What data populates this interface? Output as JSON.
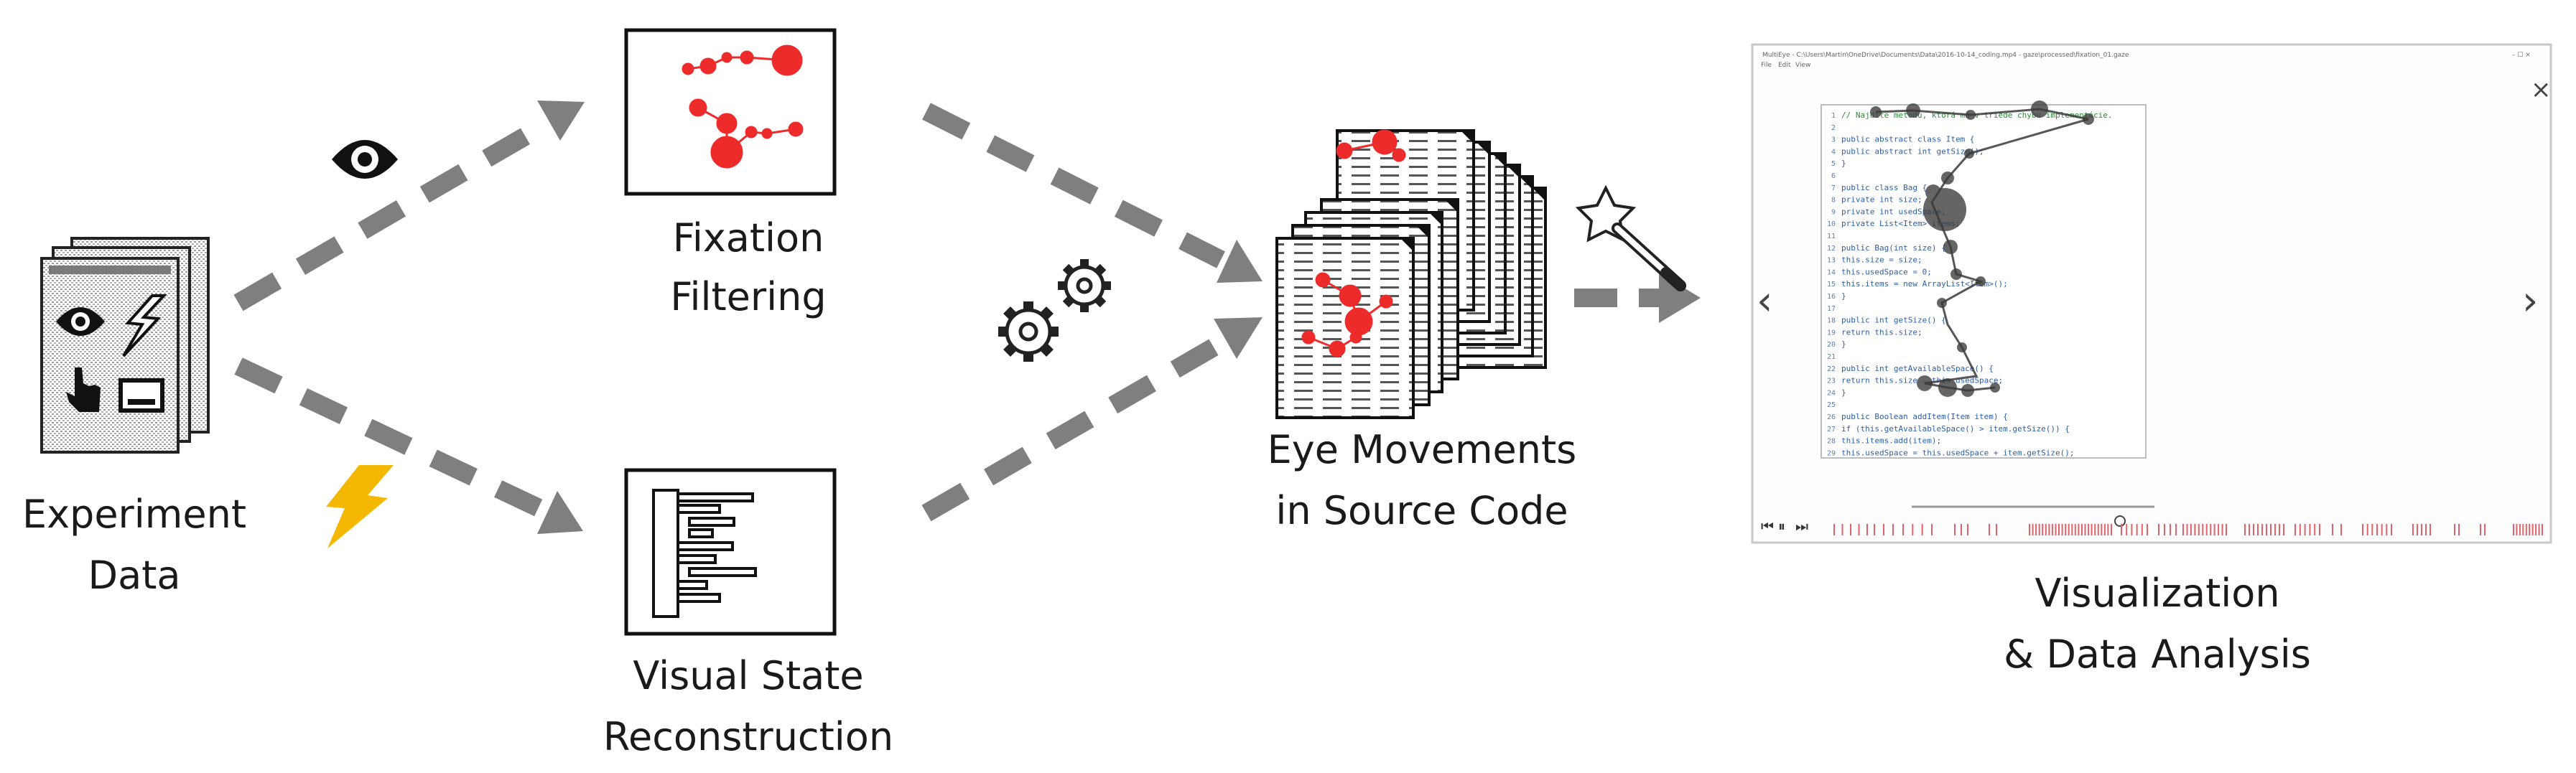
{
  "labels": {
    "experiment_data": [
      "Experiment",
      "Data"
    ],
    "fixation_filtering": [
      "Fixation",
      "Filtering"
    ],
    "visual_state_reconstruction": [
      "Visual State",
      "Reconstruction"
    ],
    "eye_movements": [
      "Eye Movements",
      "in Source Code"
    ],
    "visualization": [
      "Visualization",
      "& Data Analysis"
    ]
  },
  "viewer": {
    "title_bar": "MultiEye - C:\\Users\\Martin\\OneDrive\\Documents\\Data\\2016-10-14_coding.mp4 - gaze\\processed\\fixation_01.gaze",
    "menu": [
      "File",
      "Edit",
      "View"
    ],
    "code_lines": [
      {
        "n": "1",
        "t": "// Najdite metodu, ktorá má v triede chybu implementácie.",
        "green": true
      },
      {
        "n": "2",
        "t": ""
      },
      {
        "n": "3",
        "t": "public abstract class Item {"
      },
      {
        "n": "4",
        "t": "    public abstract int getSize();"
      },
      {
        "n": "5",
        "t": "}"
      },
      {
        "n": "6",
        "t": ""
      },
      {
        "n": "7",
        "t": "public class Bag {"
      },
      {
        "n": "8",
        "t": "    private int size;"
      },
      {
        "n": "9",
        "t": "    private int usedSpace;"
      },
      {
        "n": "10",
        "t": "    private List<Item> items;"
      },
      {
        "n": "11",
        "t": ""
      },
      {
        "n": "12",
        "t": "    public Bag(int size) {"
      },
      {
        "n": "13",
        "t": "        this.size = size;"
      },
      {
        "n": "14",
        "t": "        this.usedSpace = 0;"
      },
      {
        "n": "15",
        "t": "        this.items = new ArrayList<Item>();"
      },
      {
        "n": "16",
        "t": "    }"
      },
      {
        "n": "17",
        "t": ""
      },
      {
        "n": "18",
        "t": "    public int getSize() {"
      },
      {
        "n": "19",
        "t": "        return this.size;"
      },
      {
        "n": "20",
        "t": "    }"
      },
      {
        "n": "21",
        "t": ""
      },
      {
        "n": "22",
        "t": "    public int getAvailableSpace() {"
      },
      {
        "n": "23",
        "t": "        return this.size - this.usedSpace;"
      },
      {
        "n": "24",
        "t": "    }"
      },
      {
        "n": "25",
        "t": ""
      },
      {
        "n": "26",
        "t": "    public Boolean addItem(Item item) {"
      },
      {
        "n": "27",
        "t": "        if (this.getAvailableSpace() > item.getSize()) {"
      },
      {
        "n": "28",
        "t": "            this.items.add(item);"
      },
      {
        "n": "29",
        "t": "            this.usedSpace = this.usedSpace + item.getSize();"
      }
    ],
    "controls": {
      "prev": "⏮",
      "pause": "⏸",
      "next": "⏭"
    },
    "nav": {
      "left": "‹",
      "right": "›",
      "close": "×"
    }
  },
  "colors": {
    "arrow": "#7f7f7f",
    "fixation": "#ee2b2b",
    "lightning": "#f5b800",
    "gaze": "#3a3a3a",
    "timeline": "#e0636b"
  },
  "icons": [
    "eye-icon",
    "lightning-icon",
    "hand-pointer-icon",
    "screen-icon",
    "gears-icon",
    "magic-wand-icon"
  ]
}
